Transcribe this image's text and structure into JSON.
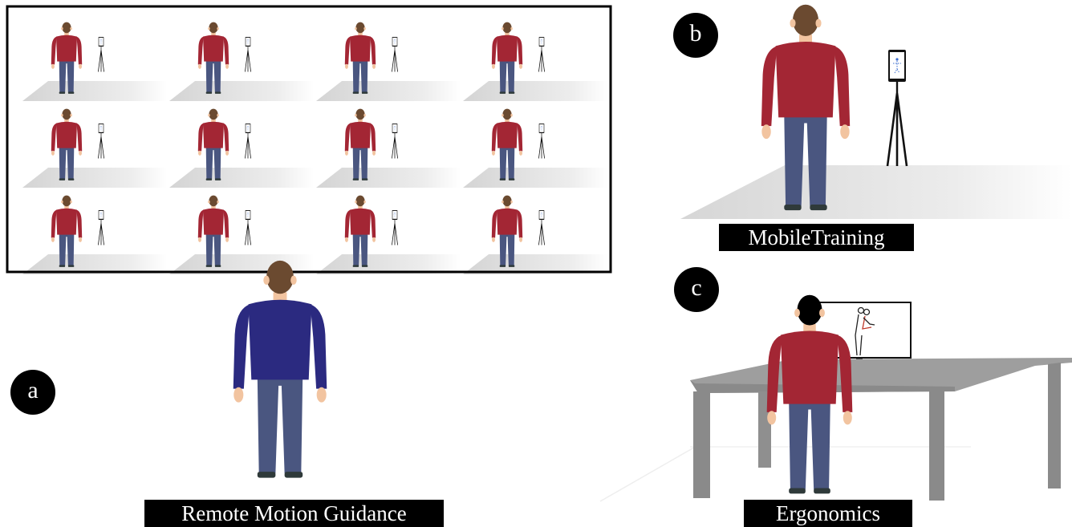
{
  "panels": {
    "a": {
      "badge": "a",
      "caption": "Remote Motion Guidance",
      "colors": {
        "shirt": "#2b2a80",
        "pants": "#4a5680",
        "hair": "#6b4a30",
        "skin": "#f2c4a0"
      },
      "grid": {
        "rows": 3,
        "cols": 4
      }
    },
    "b": {
      "badge": "b",
      "caption": "MobileTraining",
      "colors": {
        "shirt": "#a32634",
        "pants": "#4a5680",
        "hair": "#6b4a30",
        "skin": "#f2c4a0"
      }
    },
    "c": {
      "badge": "c",
      "caption": "Ergonomics",
      "colors": {
        "shirt": "#a32634",
        "pants": "#4a5680",
        "table": "#8c8c8c",
        "tabletop": "#9a9a9a"
      }
    }
  }
}
